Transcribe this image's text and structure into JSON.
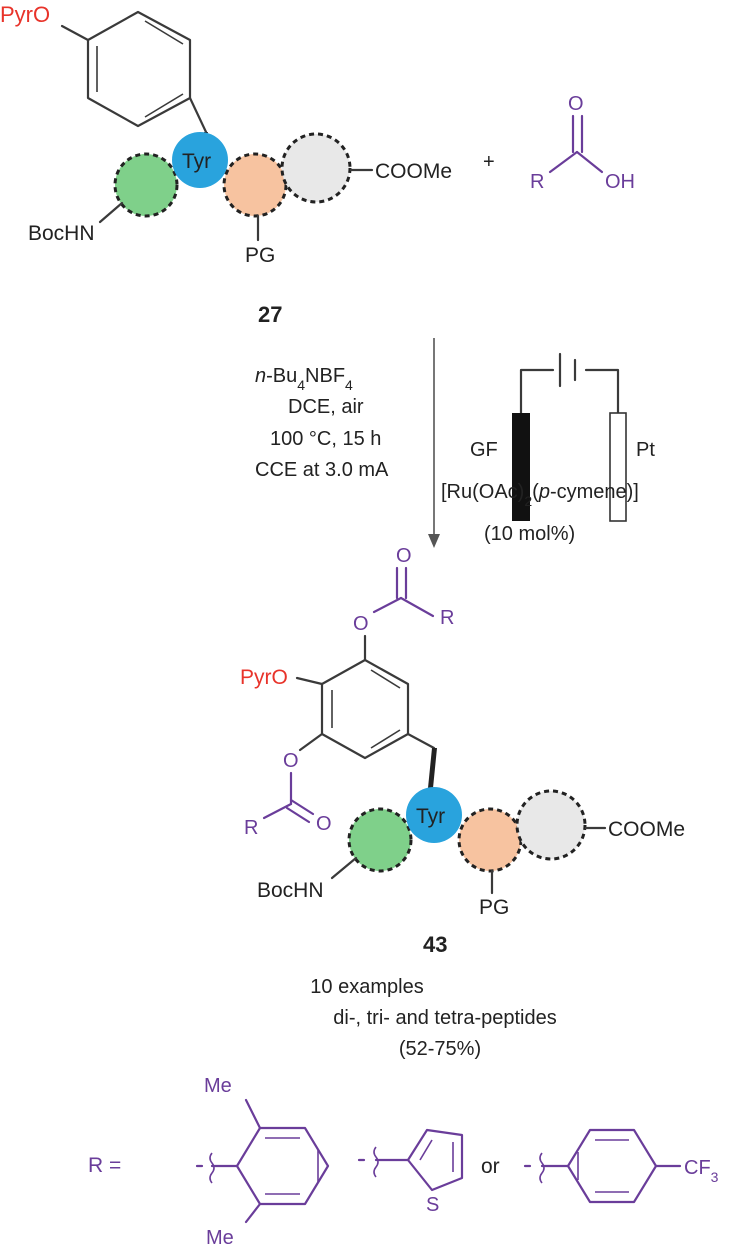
{
  "colors": {
    "pyro_red": "#e8332a",
    "purple": "#6a3d9a",
    "tyr_blue": "#29a3dd",
    "green": "#7fd08a",
    "orange": "#f7c3a0",
    "grey": "#e8e8e8",
    "text": "#222222"
  },
  "reactant": {
    "pyro": "PyrO",
    "tyr": "Tyr",
    "ester": "COOMe",
    "boc": "BocHN",
    "pg": "PG",
    "compound_number": "27"
  },
  "plus": "+",
  "acid": {
    "r": "R",
    "o": "O",
    "oh": "OH"
  },
  "conditions": {
    "line1_prefix": "n",
    "line1_main": "-Bu",
    "line1_sub": "4",
    "line1_end": "NBF",
    "line1_sub2": "4",
    "line2": "DCE, air",
    "line3": "100 °C, 15 h",
    "line4": "CCE at 3.0 mA"
  },
  "electrochem": {
    "anode": "GF",
    "cathode": "Pt",
    "catalyst_a": "[Ru(OAc)",
    "catalyst_sub": "2",
    "catalyst_b": "(",
    "catalyst_italic": "p",
    "catalyst_c": "-cymene)]",
    "loading": "(10 mol%)"
  },
  "product": {
    "o_top": "O",
    "r_top": "R",
    "pyro": "PyrO",
    "o_left": "O",
    "r_left": "R",
    "o_left_carbonyl": "O",
    "tyr": "Tyr",
    "ester": "COOMe",
    "boc": "BocHN",
    "pg": "PG",
    "compound_number": "43"
  },
  "summary": {
    "line1": "10 examples",
    "line2": "di-, tri- and tetra-peptides",
    "line3": "(52-75%)"
  },
  "r_groups": {
    "label": "R =",
    "me_top": "Me",
    "me_bottom": "Me",
    "s": "S",
    "or": "or",
    "cf3_main": "CF",
    "cf3_sub": "3"
  }
}
